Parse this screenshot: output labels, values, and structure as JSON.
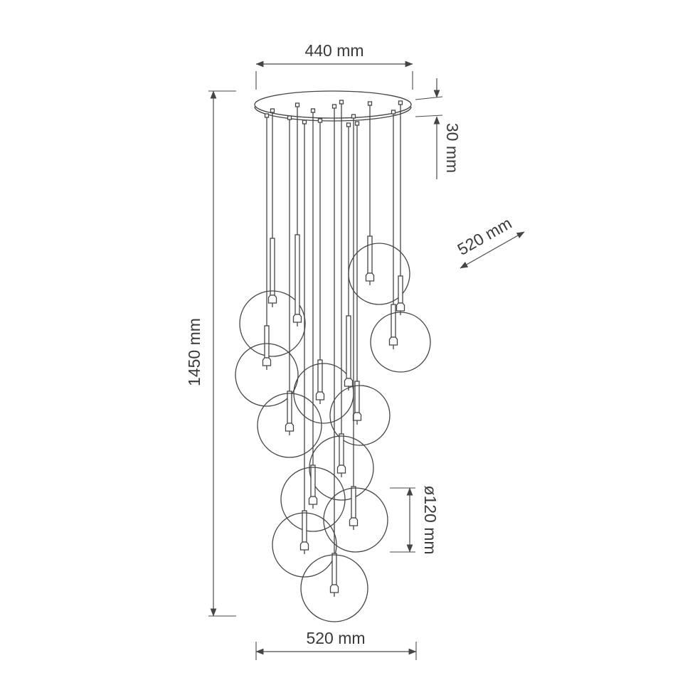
{
  "dimensions": {
    "canopy_width": "440 mm",
    "canopy_height": "30 mm",
    "upper_spread": "520 mm",
    "total_height": "1450 mm",
    "globe_diameter": "ø120 mm",
    "bottom_spread": "520 mm"
  }
}
